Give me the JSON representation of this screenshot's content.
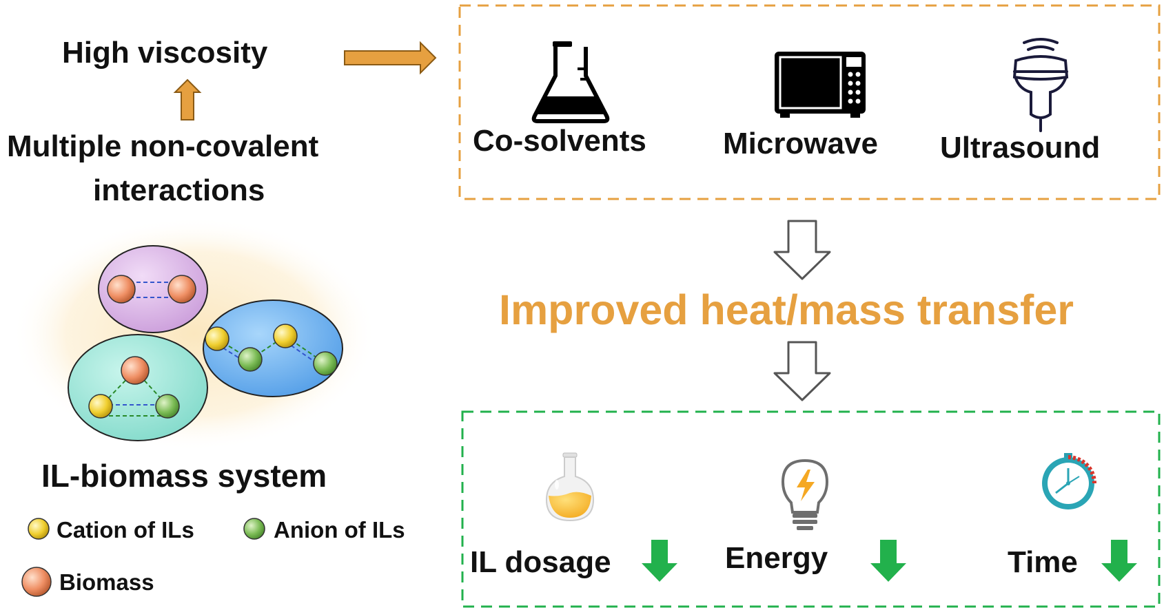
{
  "left": {
    "high_viscosity": "High viscosity",
    "interactions_line1": "Multiple non-covalent",
    "interactions_line2": "interactions",
    "system_title": "IL-biomass system",
    "legend": {
      "cation": "Cation of ILs",
      "anion": "Anion of ILs",
      "biomass": "Biomass"
    }
  },
  "methods": [
    {
      "label": "Co-solvents",
      "icon": "flask-icon"
    },
    {
      "label": "Microwave",
      "icon": "microwave-icon"
    },
    {
      "label": "Ultrasound",
      "icon": "ultrasound-probe-icon"
    }
  ],
  "middle_text": "Improved heat/mass transfer",
  "outcomes": [
    {
      "label": "IL dosage",
      "icon": "round-flask-icon",
      "trend": "down"
    },
    {
      "label": "Energy",
      "icon": "lightbulb-icon",
      "trend": "down"
    },
    {
      "label": "Time",
      "icon": "clock-icon",
      "trend": "down"
    }
  ],
  "colors": {
    "orange": "#e6a040",
    "green": "#22b14c",
    "cation": "#f2d33a",
    "anion": "#7fbf5a",
    "biomass": "#f0946a",
    "ellipse_pink": "#d9b3e8",
    "ellipse_teal": "#9fe6d8",
    "ellipse_blue": "#70b4ef"
  }
}
